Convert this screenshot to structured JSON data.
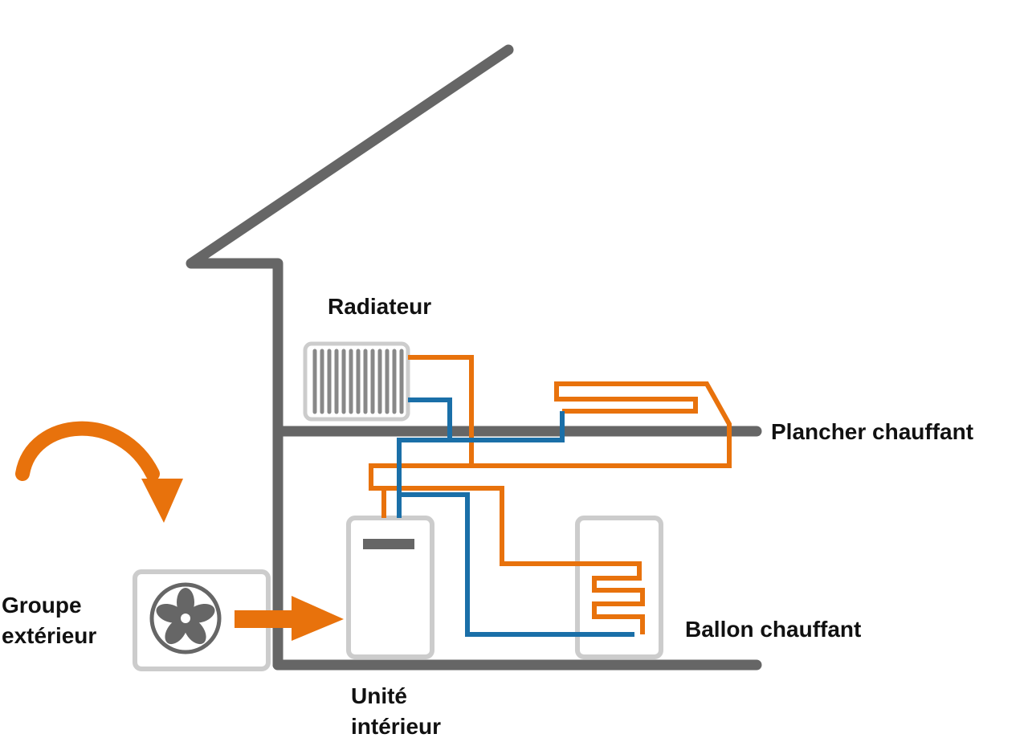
{
  "labels": {
    "radiateur": "Radiateur",
    "plancher": "Plancher chauffant",
    "ballon": "Ballon chauffant",
    "groupe_line1": "Groupe",
    "groupe_line2": "extérieur",
    "unite_line1": "Unité",
    "unite_line2": "intérieur"
  },
  "colors": {
    "structure": "#666666",
    "hot_pipe": "#e8720c",
    "cold_pipe": "#1a6fa8",
    "equipment_outline": "#cccccc",
    "radiator": "#888888",
    "fan": "#666666",
    "arrow": "#e8720c"
  },
  "icons": {
    "fan": "fan-icon",
    "radiator": "radiator-icon",
    "airflow_arrow": "curved-arrow-icon",
    "transfer_arrow": "right-arrow-icon"
  }
}
